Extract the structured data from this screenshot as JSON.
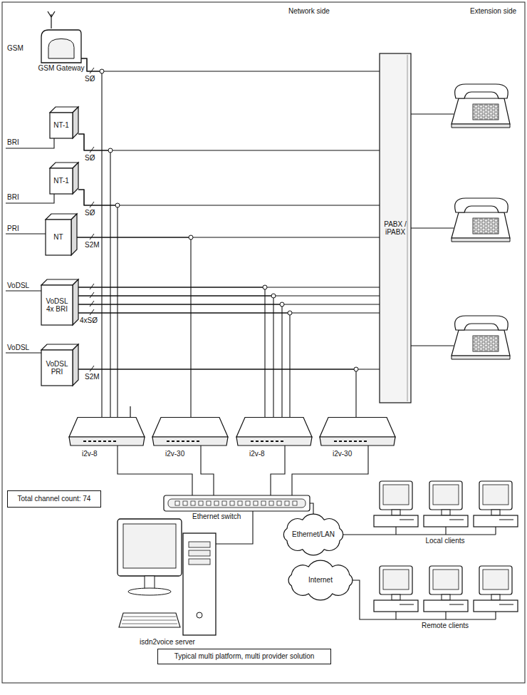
{
  "diagram": {
    "nodes": [
      {
        "text": [
          "GSM Gateway"
        ]
      },
      {
        "text": [
          "NT-1"
        ]
      },
      {
        "text": [
          "NT-1"
        ]
      },
      {
        "text": [
          "NT"
        ]
      },
      {
        "text": [
          "VoDSL 4x BRI"
        ]
      },
      {
        "text": [
          "VoDSL PRI"
        ]
      },
      {
        "text": [
          "PABX / iPABX"
        ]
      },
      {
        "text": [
          "i2v-8"
        ]
      },
      {
        "text": [
          "i2v-30"
        ]
      },
      {
        "text": [
          "i2v-8"
        ]
      },
      {
        "text": [
          "i2v-30"
        ]
      },
      {
        "text": [
          "Ethernet switch"
        ]
      },
      {
        "text": [
          "Total channel count: 74"
        ]
      },
      {
        "text": [
          "Ethernet/LAN"
        ]
      },
      {
        "text": [
          "Internet"
        ]
      },
      {
        "text": [
          "isdn2voice server"
        ]
      },
      {
        "text": [
          "Local clients"
        ]
      },
      {
        "text": [
          "Remote clients"
        ]
      },
      {
        "text": [
          "Typical multi platform, multi provider solution"
        ]
      }
    ],
    "edges": [
      {
        "from": 0,
        "to": 6,
        "arrow": "none"
      },
      {
        "from": 0,
        "to": 7,
        "arrow": "none"
      },
      {
        "from": 1,
        "to": 6,
        "arrow": "none"
      },
      {
        "from": 1,
        "to": 7,
        "arrow": "none"
      },
      {
        "from": 2,
        "to": 6,
        "arrow": "none"
      },
      {
        "from": 2,
        "to": 7,
        "arrow": "none"
      },
      {
        "from": 3,
        "to": 6,
        "arrow": "none"
      },
      {
        "from": 3,
        "to": 8,
        "arrow": "none"
      },
      {
        "from": 4,
        "to": 6,
        "arrow": "none"
      },
      {
        "from": 4,
        "to": 6,
        "arrow": "none"
      },
      {
        "from": 4,
        "to": 6,
        "arrow": "none"
      },
      {
        "from": 4,
        "to": 6,
        "arrow": "none"
      },
      {
        "from": 4,
        "to": 9,
        "arrow": "none"
      },
      {
        "from": 4,
        "to": 9,
        "arrow": "none"
      },
      {
        "from": 4,
        "to": 9,
        "arrow": "none"
      },
      {
        "from": 4,
        "to": 9,
        "arrow": "none"
      },
      {
        "from": 5,
        "to": 6,
        "arrow": "none"
      },
      {
        "from": 5,
        "to": 10,
        "arrow": "none"
      },
      {
        "from": 7,
        "to": 11,
        "arrow": "none"
      },
      {
        "from": 8,
        "to": 11,
        "arrow": "none"
      },
      {
        "from": 9,
        "to": 11,
        "arrow": "none"
      },
      {
        "from": 10,
        "to": 11,
        "arrow": "none"
      },
      {
        "from": 11,
        "to": 13,
        "arrow": "none"
      },
      {
        "from": 11,
        "to": 15,
        "arrow": "none"
      },
      {
        "from": 13,
        "to": 16,
        "arrow": "none"
      },
      {
        "from": 14,
        "to": 17,
        "arrow": "none"
      }
    ],
    "labels": [
      "Network side",
      "Extension side",
      "GSM",
      "BRI",
      "BRI",
      "PRI",
      "VoDSL",
      "VoDSL",
      "SØ",
      "SØ",
      "SØ",
      "S2M",
      "4xSØ",
      "S2M"
    ]
  }
}
